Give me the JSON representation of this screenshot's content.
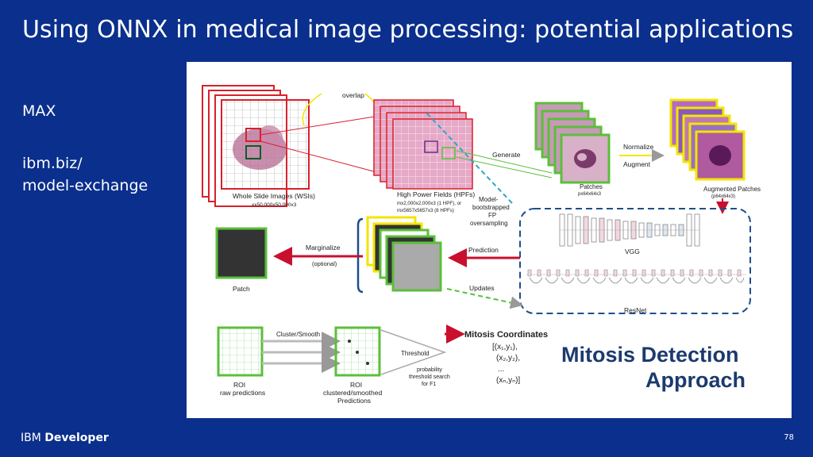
{
  "slide": {
    "title": "Using ONNX in medical image processing: potential applications",
    "side_line1": "MAX",
    "side_line2": "ibm.biz/",
    "side_line3": "model-exchange",
    "brand_light": "IBM",
    "brand_bold": "Developer",
    "page_number": "78"
  },
  "diagram": {
    "overlap": "overlap",
    "wsi_label": "Whole Slide Images (WSIs)",
    "wsi_size": "xx50,000x50,000x3",
    "hpf_label": "High Power Fields (HPFs)",
    "hpf_size1": "mx2,000x2,000x3 (1 HPF), or",
    "hpf_size2": "mx5657x5657x3 (8 HPFs)",
    "generate": "Generate",
    "patches_label": "Patches",
    "patches_size": "px64x64x3",
    "normalize": "Normalize",
    "augment": "Augment",
    "aug_label": "Augmented Patches",
    "aug_size": "(p64x64x3)",
    "model_fp1": "Model-",
    "model_fp2": "bootstrapped",
    "model_fp3": "FP",
    "model_fp4": "oversampling",
    "vgg": "VGG",
    "resnet": "ResNet",
    "prediction": "Prediction",
    "updates": "Updates",
    "marginalize": "Marginalize",
    "optional": "(optional)",
    "patch": "Patch",
    "cluster": "Cluster/Smooth",
    "threshold": "Threshold",
    "roi_raw1": "ROI",
    "roi_raw2": "raw predictions",
    "roi_cl1": "ROI",
    "roi_cl2": "clustered/smoothed",
    "roi_cl3": "Predictions",
    "prob1": "probability",
    "prob2": "threshold search",
    "prob3": "for F1",
    "mitosis_coords": "Mitosis Coordinates",
    "coord1": "[(x₁,y₁),",
    "coord2": "(x₂,y₂),",
    "coord3": "...",
    "coord4": "(xₙ,yₙ)]",
    "approach1": "Mitosis Detection",
    "approach2": "Approach"
  },
  "colors": {
    "background": "#0a2f8c",
    "red": "#d8202a",
    "green": "#5bbf3a",
    "yellow": "#f2e600",
    "blue_dash": "#1e4f8a",
    "approach_text": "#1c3a6e"
  }
}
